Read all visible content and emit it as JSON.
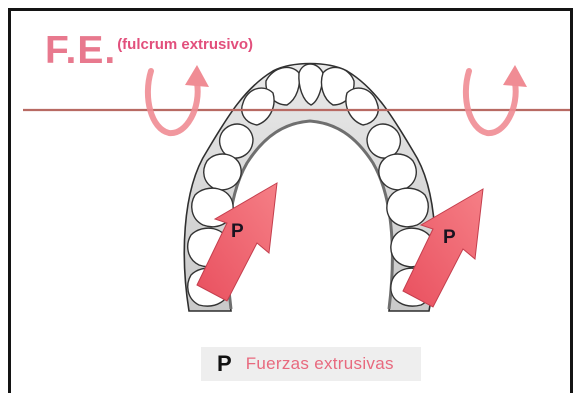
{
  "title": {
    "main": "F.E.",
    "sub": "(fulcrum extrusivo)"
  },
  "force_label": "P",
  "legend": {
    "symbol": "P",
    "text": "Fuerzas extrusivas"
  },
  "colors": {
    "title": "#e8798e",
    "subtitle": "#e24f7c",
    "fulcrum_line": "#b86a63",
    "rotation_arrow": "#f08c94",
    "force_arrow": "#ea5d6c",
    "legend_text": "#e8697e",
    "border": "#141414"
  },
  "icons": {
    "rotation": "curved-rotation-arrow-icon",
    "force": "diagonal-force-arrow-icon",
    "arch": "dental-arch-illustration"
  }
}
